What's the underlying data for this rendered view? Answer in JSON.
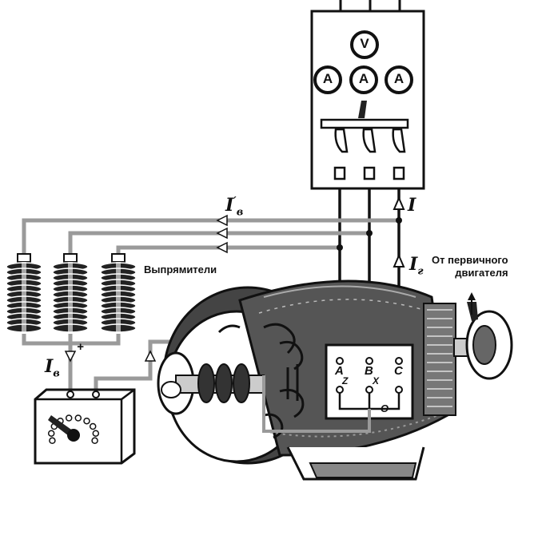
{
  "labels": {
    "rectifiers": "Выпрямители",
    "prime_mover": "От первичного\nдвигателя"
  },
  "currents": {
    "excitation_prime": "I",
    "excitation_prime_sub": "в",
    "excitation_prime_sup": "′",
    "line": "I",
    "phase": "I",
    "phase_sub": "г",
    "rheostat": "I",
    "rheostat_sub": "в",
    "plus": "+"
  },
  "terminals": {
    "top": [
      "A",
      "B",
      "C"
    ],
    "bottom": [
      "Z",
      "X",
      "O"
    ]
  },
  "meters": {
    "voltmeter": "V",
    "ammeters": [
      "A",
      "A",
      "A"
    ]
  },
  "colors": {
    "ink": "#111111",
    "wire_gray": "#9a9a9a",
    "paper": "#ffffff"
  }
}
